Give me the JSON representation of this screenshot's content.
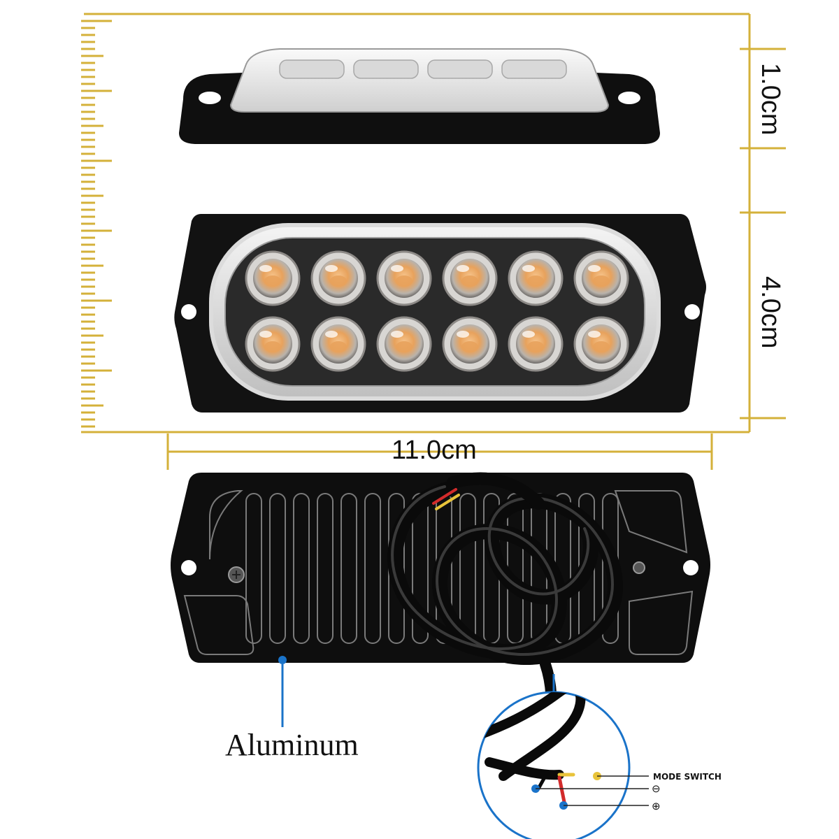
{
  "dimensions": {
    "height_side": "1.0cm",
    "height_front": "4.0cm",
    "width": "11.0cm"
  },
  "labels": {
    "material": "Aluminum",
    "mode_switch": "MODE SWITCH",
    "negative": "⊖",
    "positive": "⊕"
  },
  "leds": {
    "rows": 2,
    "per_row": 6
  },
  "colors": {
    "ruler": "#d4b13a",
    "housing": "#111111",
    "led_amber": "#e8a25c",
    "callout_blue": "#1a73c9",
    "wire_red": "#d22b2b",
    "wire_yellow": "#e8c33a"
  }
}
